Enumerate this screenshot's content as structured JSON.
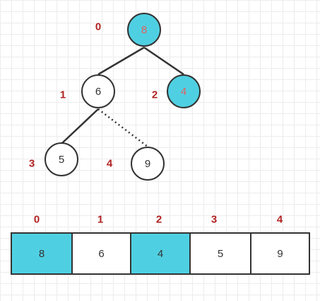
{
  "colors": {
    "highlight": "#4fd0e2",
    "highlight_text": "#e06060",
    "index_label": "#b22222",
    "stroke": "#333333"
  },
  "tree": {
    "nodes": [
      {
        "index": "0",
        "value": "8",
        "highlighted": true
      },
      {
        "index": "1",
        "value": "6",
        "highlighted": false
      },
      {
        "index": "2",
        "value": "4",
        "highlighted": true
      },
      {
        "index": "3",
        "value": "5",
        "highlighted": false
      },
      {
        "index": "4",
        "value": "9",
        "highlighted": false
      }
    ],
    "edges": [
      {
        "from": "0",
        "to": "1",
        "style": "solid"
      },
      {
        "from": "0",
        "to": "2",
        "style": "solid"
      },
      {
        "from": "1",
        "to": "3",
        "style": "solid"
      },
      {
        "from": "1",
        "to": "4",
        "style": "dotted"
      }
    ]
  },
  "array": {
    "indices": [
      "0",
      "1",
      "2",
      "3",
      "4"
    ],
    "cells": [
      {
        "value": "8",
        "highlighted": true
      },
      {
        "value": "6",
        "highlighted": false
      },
      {
        "value": "4",
        "highlighted": true
      },
      {
        "value": "5",
        "highlighted": false
      },
      {
        "value": "9",
        "highlighted": false
      }
    ]
  }
}
